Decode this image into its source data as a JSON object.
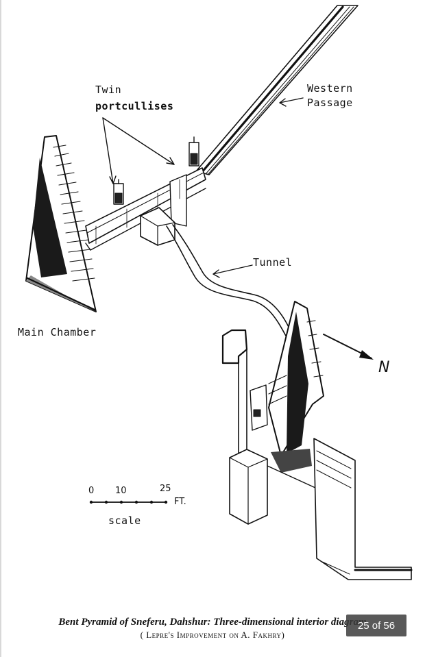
{
  "diagram": {
    "labels": {
      "twin_line1": "Twin",
      "twin_line2": "portcullises",
      "western_line1": "Western",
      "western_line2": "Passage",
      "tunnel": "Tunnel",
      "main_chamber": "Main Chamber",
      "north": "N"
    },
    "scale": {
      "tick_0": "0",
      "tick_10": "10",
      "tick_25": "25",
      "unit": "FT.",
      "word": "scale"
    }
  },
  "caption": {
    "line1": "Bent Pyramid of Sneferu, Dahshur: Three-dimensional interior diagram",
    "line2": "( Lepre's Improvement on A. Fakhry)"
  },
  "viewer": {
    "counter": "25 of 56"
  }
}
